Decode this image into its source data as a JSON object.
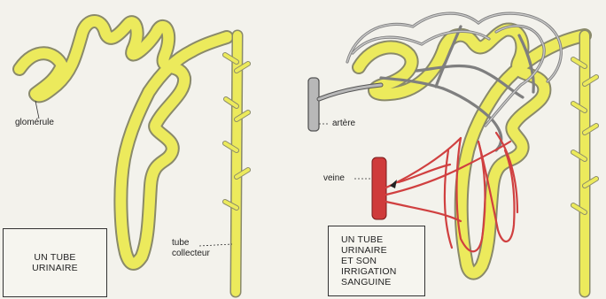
{
  "left_panel": {
    "box_lines": [
      "UN TUBE",
      "URINAIRE"
    ],
    "label_glomerule": "glomérule",
    "label_tube_line1": "tube",
    "label_tube_line2": "collecteur"
  },
  "right_panel": {
    "box_lines": [
      "UN TUBE",
      "URINAIRE",
      "ET SON",
      "IRRIGATION",
      "SANGUINE"
    ],
    "label_artere": "artère",
    "label_veine": "veine"
  },
  "colors": {
    "tubule": "#ecea5c",
    "outline": "#8a8a6a",
    "artery": "#9a9a9a",
    "vein": "#cf3b3b",
    "paper": "#f3f2ec"
  }
}
